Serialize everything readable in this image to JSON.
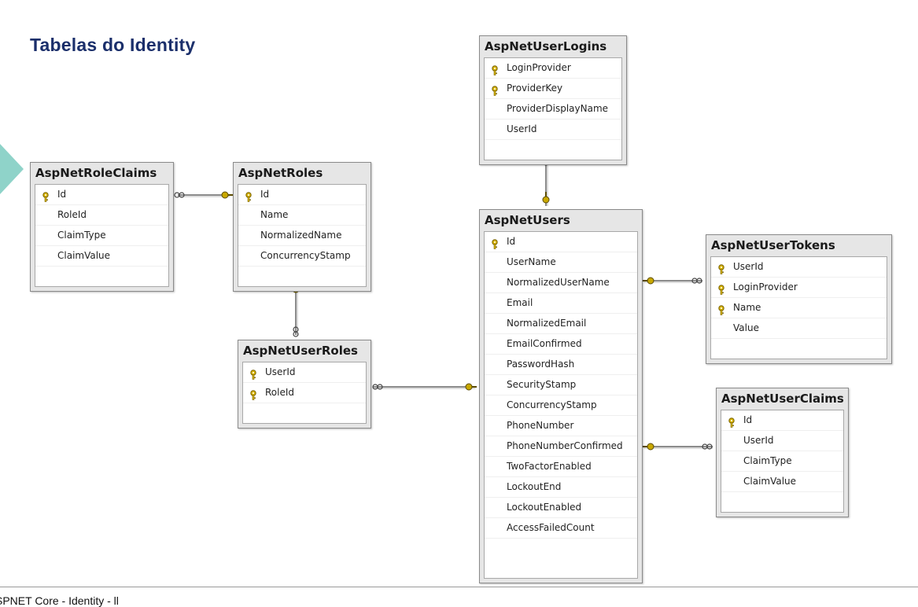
{
  "title": "Tabelas do Identity",
  "footer": "SPNET Core - Identity - ll",
  "tables": [
    {
      "name": "AspNetRoleClaims",
      "columns": [
        {
          "name": "Id",
          "pk": true
        },
        {
          "name": "RoleId",
          "pk": false
        },
        {
          "name": "ClaimType",
          "pk": false
        },
        {
          "name": "ClaimValue",
          "pk": false
        }
      ]
    },
    {
      "name": "AspNetRoles",
      "columns": [
        {
          "name": "Id",
          "pk": true
        },
        {
          "name": "Name",
          "pk": false
        },
        {
          "name": "NormalizedName",
          "pk": false
        },
        {
          "name": "ConcurrencyStamp",
          "pk": false
        }
      ]
    },
    {
      "name": "AspNetUserRoles",
      "columns": [
        {
          "name": "UserId",
          "pk": true
        },
        {
          "name": "RoleId",
          "pk": true
        }
      ]
    },
    {
      "name": "AspNetUserLogins",
      "columns": [
        {
          "name": "LoginProvider",
          "pk": true
        },
        {
          "name": "ProviderKey",
          "pk": true
        },
        {
          "name": "ProviderDisplayName",
          "pk": false
        },
        {
          "name": "UserId",
          "pk": false
        }
      ]
    },
    {
      "name": "AspNetUsers",
      "columns": [
        {
          "name": "Id",
          "pk": true
        },
        {
          "name": "UserName",
          "pk": false
        },
        {
          "name": "NormalizedUserName",
          "pk": false
        },
        {
          "name": "Email",
          "pk": false
        },
        {
          "name": "NormalizedEmail",
          "pk": false
        },
        {
          "name": "EmailConfirmed",
          "pk": false
        },
        {
          "name": "PasswordHash",
          "pk": false
        },
        {
          "name": "SecurityStamp",
          "pk": false
        },
        {
          "name": "ConcurrencyStamp",
          "pk": false
        },
        {
          "name": "PhoneNumber",
          "pk": false
        },
        {
          "name": "PhoneNumberConfirmed",
          "pk": false
        },
        {
          "name": "TwoFactorEnabled",
          "pk": false
        },
        {
          "name": "LockoutEnd",
          "pk": false
        },
        {
          "name": "LockoutEnabled",
          "pk": false
        },
        {
          "name": "AccessFailedCount",
          "pk": false
        }
      ]
    },
    {
      "name": "AspNetUserTokens",
      "columns": [
        {
          "name": "UserId",
          "pk": true
        },
        {
          "name": "LoginProvider",
          "pk": true
        },
        {
          "name": "Name",
          "pk": true
        },
        {
          "name": "Value",
          "pk": false
        }
      ]
    },
    {
      "name": "AspNetUserClaims",
      "columns": [
        {
          "name": "Id",
          "pk": true
        },
        {
          "name": "UserId",
          "pk": false
        },
        {
          "name": "ClaimType",
          "pk": false
        },
        {
          "name": "ClaimValue",
          "pk": false
        }
      ]
    }
  ],
  "relationships": [
    {
      "one": "AspNetRoles",
      "many": "AspNetRoleClaims"
    },
    {
      "one": "AspNetRoles",
      "many": "AspNetUserRoles"
    },
    {
      "one": "AspNetUsers",
      "many": "AspNetUserRoles"
    },
    {
      "one": "AspNetUsers",
      "many": "AspNetUserLogins"
    },
    {
      "one": "AspNetUsers",
      "many": "AspNetUserTokens"
    },
    {
      "one": "AspNetUsers",
      "many": "AspNetUserClaims"
    }
  ],
  "colors": {
    "title": "#1b2f6b",
    "key": "#c9a800",
    "accent": "#8fd3c9",
    "connector": "#666666"
  }
}
